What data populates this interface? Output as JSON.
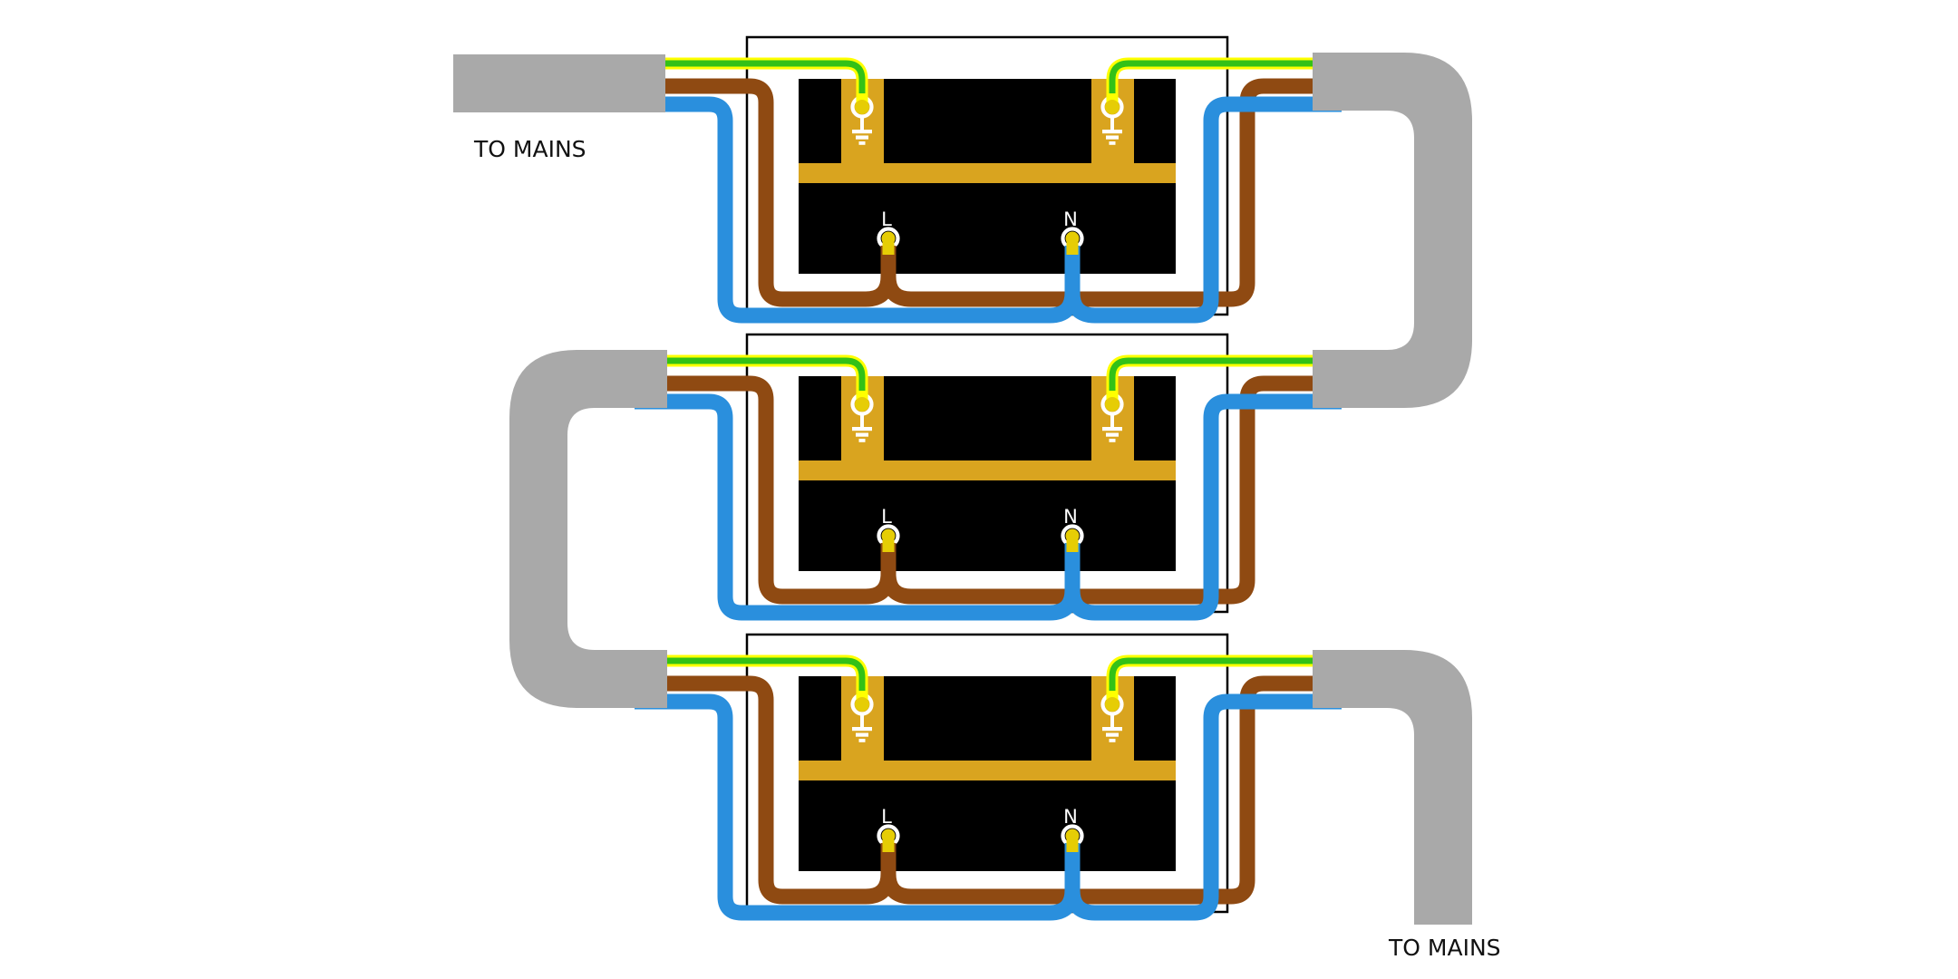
{
  "diagram": {
    "type": "electrical-wiring-diagram",
    "description": "Three socket units daisy-chained with twin-and-earth style cables forming a ring back to the mains",
    "labels": {
      "mains_top": "TO MAINS",
      "mains_bottom": "TO MAINS"
    },
    "devices": [
      {
        "name": "socket-1",
        "live_label": "L",
        "neutral_label": "N",
        "earth_icon": "earth-ground-symbol"
      },
      {
        "name": "socket-2",
        "live_label": "L",
        "neutral_label": "N",
        "earth_icon": "earth-ground-symbol"
      },
      {
        "name": "socket-3",
        "live_label": "L",
        "neutral_label": "N",
        "earth_icon": "earth-ground-symbol"
      }
    ],
    "colors": {
      "background": "#ffffff",
      "sheath": "#a9a9a9",
      "earth_yellow": "#ffff00",
      "earth_green": "#33c117",
      "live_brown": "#8f4a12",
      "neutral_blue": "#2a8fdd",
      "brass": "#d9a41f",
      "terminal_yellow": "#e6cd05",
      "body_black": "#000000",
      "outline": "#000000",
      "label_white": "#ffffff",
      "text_black": "#111111"
    }
  }
}
